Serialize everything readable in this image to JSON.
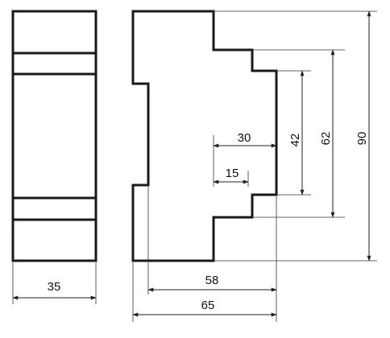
{
  "dimensions": {
    "front_width": "35",
    "side_depth_58": "58",
    "side_depth_65": "65",
    "step_30": "30",
    "step_15": "15",
    "height_42": "42",
    "height_62": "62",
    "height_90": "90"
  }
}
